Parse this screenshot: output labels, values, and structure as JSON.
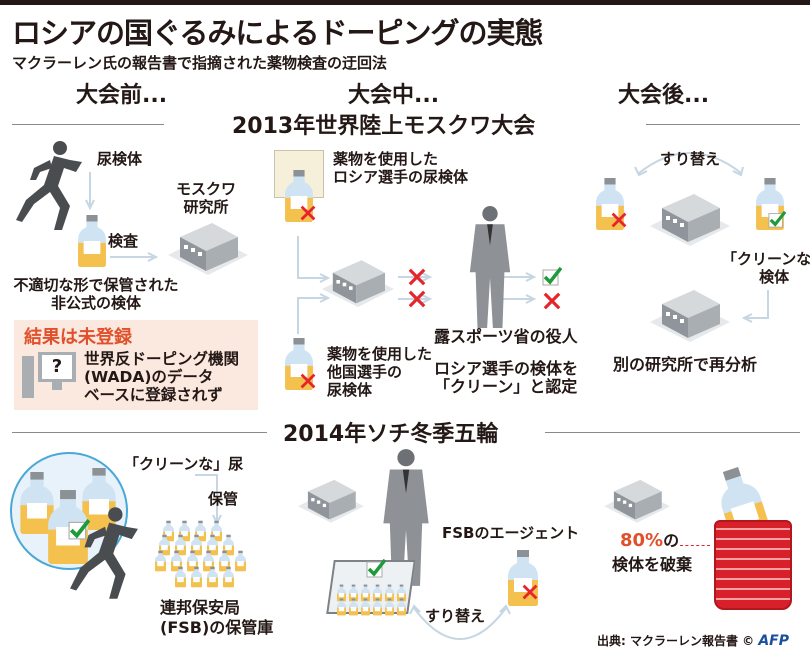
{
  "header": {
    "title": "ロシアの国ぐるみによるドーピングの実態",
    "subtitle": "マクラーレン氏の報告書で指摘された薬物検査の迂回法"
  },
  "phases": {
    "before": "大会前...",
    "during": "大会中...",
    "after": "大会後..."
  },
  "section_2013": {
    "title": "2013年世界陸上モスクワ大会",
    "before": {
      "urine_sample": "尿検体",
      "test": "検査",
      "lab_line1": "モスクワ",
      "lab_line2": "研究所",
      "unofficial_line1": "不適切な形で保管された",
      "unofficial_line2": "非公式の検体",
      "result_box": {
        "heading": "結果は未登録",
        "line1": "世界反ドーピング機関",
        "line2": "(WADA)のデータ",
        "line3": "ベースに登録されず",
        "icon_glyph": "?"
      }
    },
    "during": {
      "russian_sample_line1": "薬物を使用した",
      "russian_sample_line2": "ロシア選手の尿検体",
      "foreign_sample_line1": "薬物を使用した",
      "foreign_sample_line2": "他国選手の",
      "foreign_sample_line3": "尿検体",
      "official": "露スポーツ省の役人",
      "certify_line1": "ロシア選手の検体を",
      "certify_line2": "「クリーン」と認定"
    },
    "after": {
      "swap": "すり替え",
      "clean_line1": "「クリーンな」",
      "clean_line2": "検体",
      "reanalysis": "別の研究所で再分析"
    }
  },
  "section_2014": {
    "title": "2014年ソチ冬季五輪",
    "clean_urine": "「クリーンな」尿",
    "storage": "保管",
    "fsb_line1": "連邦保安局",
    "fsb_line2": "(FSB)の保管庫",
    "agent": "FSBのエージェント",
    "swap": "すり替え",
    "destroy_pct": "80%",
    "destroy_suffix": "の",
    "destroy_line2": "検体を破棄"
  },
  "footer": {
    "source": "出典: マクラーレン報告書 ©",
    "logo": "AFP"
  },
  "colors": {
    "accent_red": "#e0502a",
    "x_red": "#e5242b",
    "check_green": "#1f9a3a",
    "urine": "#f4c04e",
    "bottle": "#cfe3f2",
    "building": "#a9aeb3",
    "circle_blue": "#4aa8d8"
  }
}
